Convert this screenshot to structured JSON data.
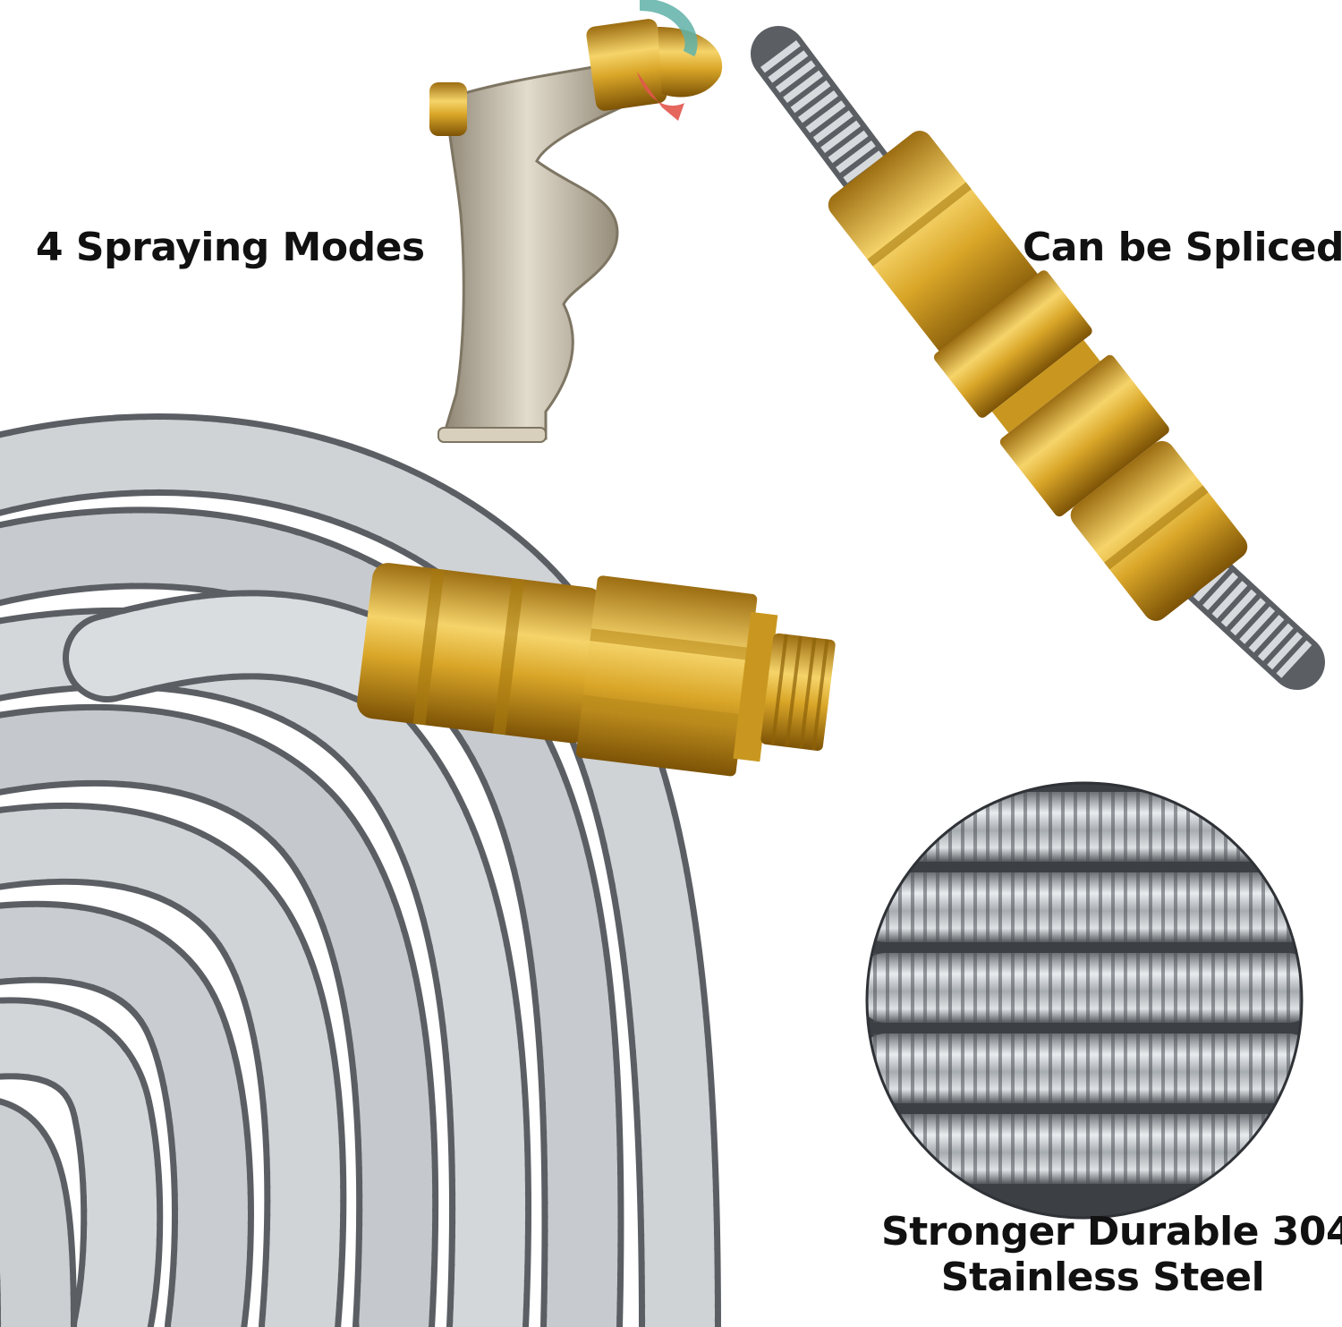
{
  "labels": {
    "spraying_modes": "4 Spraying Modes",
    "spliced": "Can be Spliced",
    "steel_line1": "Stronger Durable 304",
    "steel_line2": "Stainless Steel"
  },
  "colors": {
    "background": "#ffffff",
    "text": "#111111",
    "steel": "#b8bcc0",
    "brass": "#e2b43c",
    "nozzle_body": "#c9bfa8",
    "arrow": "#e2574c"
  }
}
